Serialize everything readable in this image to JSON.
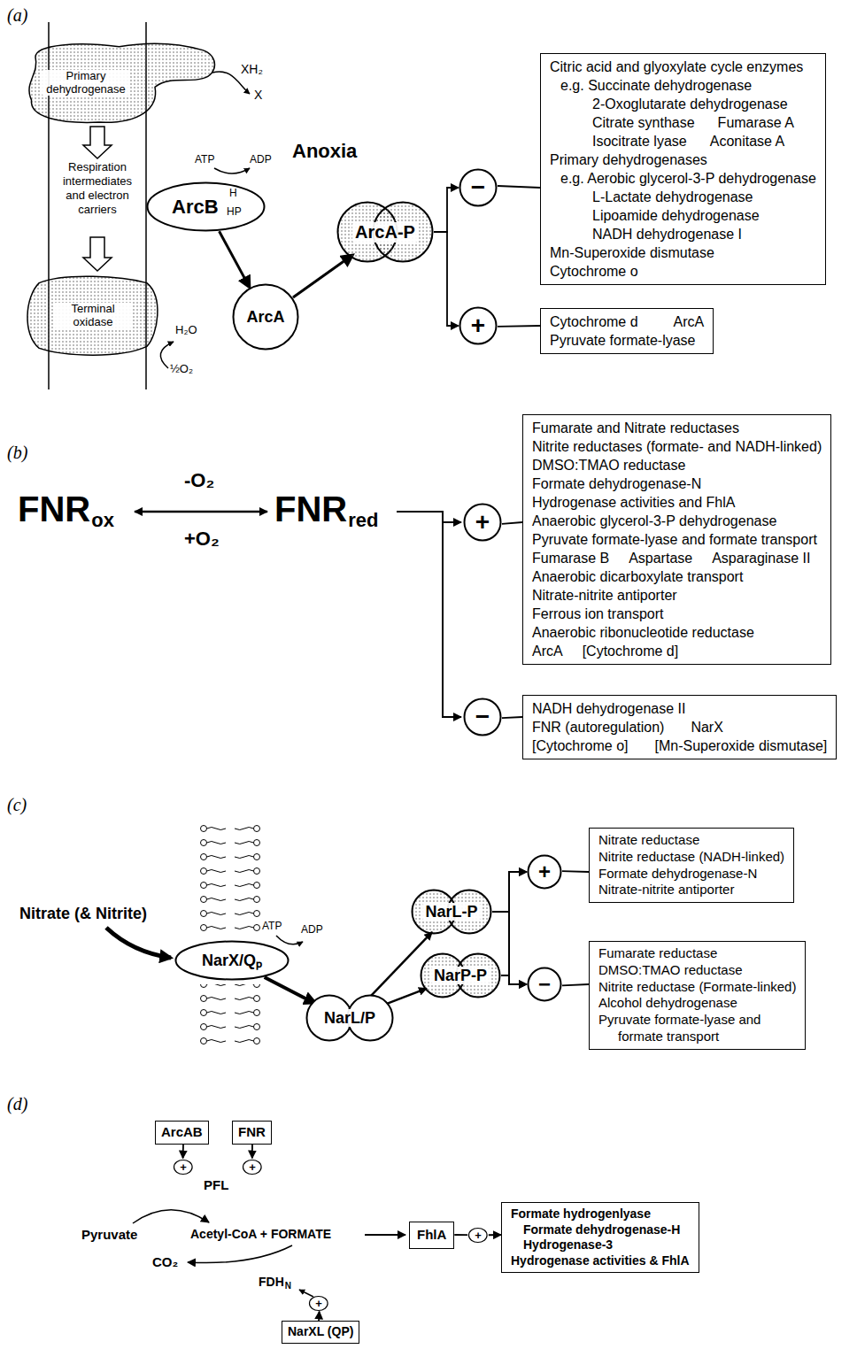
{
  "diagram": {
    "nodes": [
      {
        "text": [
          "Primary dehydrogenase"
        ]
      },
      {
        "text": [
          "ArcB"
        ]
      },
      {
        "text": [
          "Terminal oxidase"
        ]
      },
      {
        "text": [
          "ArcA"
        ]
      },
      {
        "text": [
          "ArcA-P"
        ]
      },
      {
        "text": [
          "−"
        ]
      },
      {
        "text": [
          "+"
        ]
      },
      {
        "text": [
          "Citric acid and glyoxylate cycle enzymes",
          "e.g. Succinate dehydrogenase",
          "2-Oxoglutarate dehydrogenase",
          "Citrate synthase",
          "Fumarase A",
          "Isocitrate lyase",
          "Aconitase A",
          "Primary dehydrogenases",
          "e.g. Aerobic glycerol-3-P dehydrogenase",
          "L-Lactate dehydrogenase",
          "Lipoamide dehydrogenase",
          "NADH dehydrogenase I",
          "Mn-Superoxide dismutase",
          "Cytochrome o"
        ]
      },
      {
        "text": [
          "Cytochrome d",
          "ArcA",
          "Pyruvate formate-lyase"
        ]
      },
      {
        "text": [
          "+"
        ]
      },
      {
        "text": [
          "−"
        ]
      },
      {
        "text": [
          "Fumarate and Nitrate reductases",
          "Nitrite reductases (formate- and NADH-linked)",
          "DMSO:TMAO reductase",
          "Formate dehydrogenase-N",
          "Hydrogenase activities and FhlA",
          "Anaerobic glycerol-3-P dehydrogenase",
          "Pyruvate formate-lyase and formate transport",
          "Fumarase B",
          "Aspartase",
          "Asparaginase II",
          "Anaerobic dicarboxylate transport",
          "Nitrate-nitrite antiporter",
          "Ferrous ion transport",
          "Anaerobic ribonucleotide reductase",
          "ArcA",
          "[Cytochrome d]"
        ]
      },
      {
        "text": [
          "NADH dehydrogenase II",
          "FNR (autoregulation)",
          "NarX",
          "[Cytochrome o]",
          "[Mn-Superoxide dismutase]"
        ]
      },
      {
        "text": [
          "NarX/Qₚ"
        ]
      },
      {
        "text": [
          "NarL/P"
        ]
      },
      {
        "text": [
          "NarL-P"
        ]
      },
      {
        "text": [
          "NarP-P"
        ]
      },
      {
        "text": [
          "+"
        ]
      },
      {
        "text": [
          "−"
        ]
      },
      {
        "text": [
          "Nitrate reductase",
          "Nitrite reductase (NADH-linked)",
          "Formate dehydrogenase-N",
          "Nitrate-nitrite antiporter"
        ]
      },
      {
        "text": [
          "Fumarate reductase",
          "DMSO:TMAO reductase",
          "Nitrite reductase (Formate-linked)",
          "Alcohol dehydrogenase",
          "Pyruvate formate-lyase and formate transport"
        ]
      },
      {
        "text": [
          "ArcAB"
        ]
      },
      {
        "text": [
          "FNR"
        ]
      },
      {
        "text": [
          "+"
        ]
      },
      {
        "text": [
          "+"
        ]
      },
      {
        "text": [
          "FhlA"
        ]
      },
      {
        "text": [
          "+"
        ]
      },
      {
        "text": [
          "Formate hydrogenlyase",
          "Formate dehydrogenase-H",
          "Hydrogenase-3",
          "Hydrogenase activities & FhlA"
        ]
      },
      {
        "text": [
          "+"
        ]
      },
      {
        "text": [
          "NarXL (QP)"
        ]
      }
    ],
    "edges": [
      {
        "from": 1,
        "to": 3,
        "arrow": "to"
      },
      {
        "from": 3,
        "to": 4,
        "arrow": "to"
      },
      {
        "from": 4,
        "to": 5,
        "arrow": "to"
      },
      {
        "from": 4,
        "to": 6,
        "arrow": "to"
      },
      {
        "from": 5,
        "to": 7,
        "arrow": "none"
      },
      {
        "from": 6,
        "to": 8,
        "arrow": "none"
      },
      {
        "from": 9,
        "to": 11,
        "arrow": "none"
      },
      {
        "from": 10,
        "to": 12,
        "arrow": "none"
      },
      {
        "from": 13,
        "to": 14,
        "arrow": "to"
      },
      {
        "from": 14,
        "to": 15,
        "arrow": "to"
      },
      {
        "from": 14,
        "to": 16,
        "arrow": "to"
      },
      {
        "from": 15,
        "to": 17,
        "arrow": "to"
      },
      {
        "from": 15,
        "to": 18,
        "arrow": "to"
      },
      {
        "from": 16,
        "to": 17,
        "arrow": "to"
      },
      {
        "from": 16,
        "to": 18,
        "arrow": "to"
      },
      {
        "from": 17,
        "to": 19,
        "arrow": "none"
      },
      {
        "from": 18,
        "to": 20,
        "arrow": "none"
      },
      {
        "from": 21,
        "to": 23,
        "arrow": "to"
      },
      {
        "from": 22,
        "to": 24,
        "arrow": "to"
      },
      {
        "from": 25,
        "to": 26,
        "arrow": "none"
      },
      {
        "from": 26,
        "to": 27,
        "arrow": "to"
      },
      {
        "from": 29,
        "to": 28,
        "arrow": "to"
      }
    ],
    "labels": [
      "(a)",
      "XH₂",
      "X",
      "Respiration intermediates and electron carriers",
      "ATP",
      "ADP",
      "H",
      "HP",
      "H₂O",
      "½O₂",
      "Anoxia",
      "(b)",
      "-O₂",
      "FNR",
      "ox",
      "FNR",
      "red",
      "+O₂",
      "(c)",
      "Nitrate (& Nitrite)",
      "ATP",
      "ADP",
      "(d)",
      "PFL",
      "Pyruvate",
      "Acetyl-CoA + FORMATE",
      "CO₂",
      "FDH",
      "N"
    ]
  }
}
